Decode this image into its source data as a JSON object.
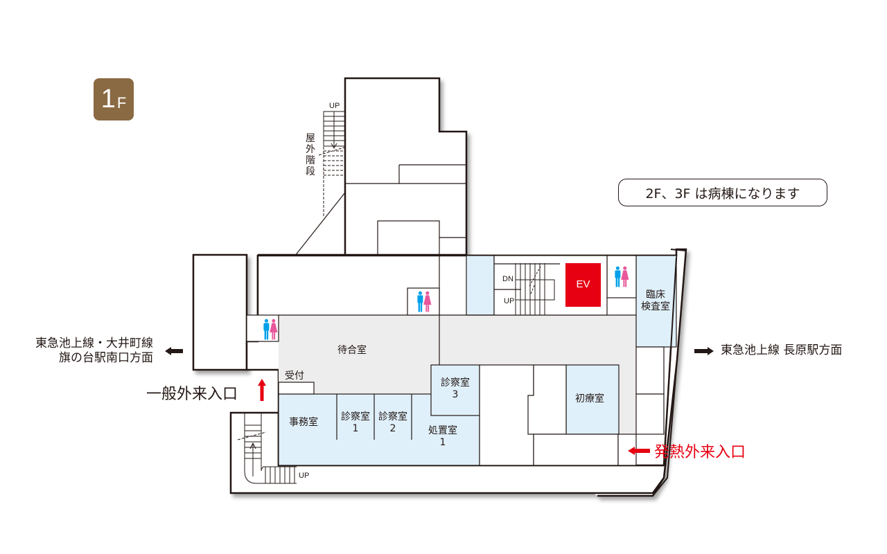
{
  "floor": {
    "number": "1",
    "suffix": "F"
  },
  "notice": "2F、3F は病棟になります",
  "directions": {
    "left_line1": "東急池上線・大井町線",
    "left_line2": "旗の台駅南口方面",
    "right": "東急池上線 長原駅方面"
  },
  "entrances": {
    "general": "一般外来入口",
    "fever": "発熱外来入口"
  },
  "rooms": {
    "waiting": "待合室",
    "reception": "受付",
    "office": "事務室",
    "exam1_line1": "診察室",
    "exam1_line2": "1",
    "exam2_line1": "診察室",
    "exam2_line2": "2",
    "exam3_line1": "診察室",
    "exam3_line2": "3",
    "treatment_line1": "処置室",
    "treatment_line2": "1",
    "first_care": "初療室",
    "clinical_lab_line1": "臨床",
    "clinical_lab_line2": "検査室",
    "elevator": "EV"
  },
  "stairs": {
    "outdoor_up": "UP",
    "outdoor_label": "屋\n外\n階\n段",
    "main_dn": "DN",
    "main_up": "UP",
    "sw_up": "UP"
  },
  "colors": {
    "badge": "#8a6a43",
    "room_blue": "#dff0fa",
    "corridor_gray": "#ededed",
    "elevator_red": "#e60012",
    "male": "#00a0e9",
    "female": "#e8579b",
    "entrance_red": "#e60012"
  }
}
